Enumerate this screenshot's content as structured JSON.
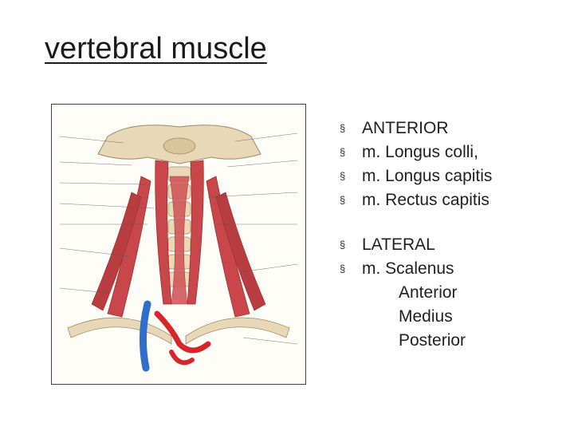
{
  "slide": {
    "title": "vertebral muscle"
  },
  "bullet_mark": "§",
  "bullets": [
    {
      "text": "ANTERIOR"
    },
    {
      "text": "m. Longus colli,"
    },
    {
      "text": "m. Longus capitis"
    },
    {
      "text": "m. Rectus capitis"
    }
  ],
  "bullets2": [
    {
      "text": "LATERAL"
    },
    {
      "text": "m. Scalenus"
    }
  ],
  "sub_items": [
    "Anterior",
    "Medius",
    "Posterior"
  ],
  "colors": {
    "muscle": "#c9464a",
    "muscle_dark": "#9e2f33",
    "bone": "#e8d8b8",
    "artery": "#d8252c",
    "vein": "#2f6fc9"
  }
}
